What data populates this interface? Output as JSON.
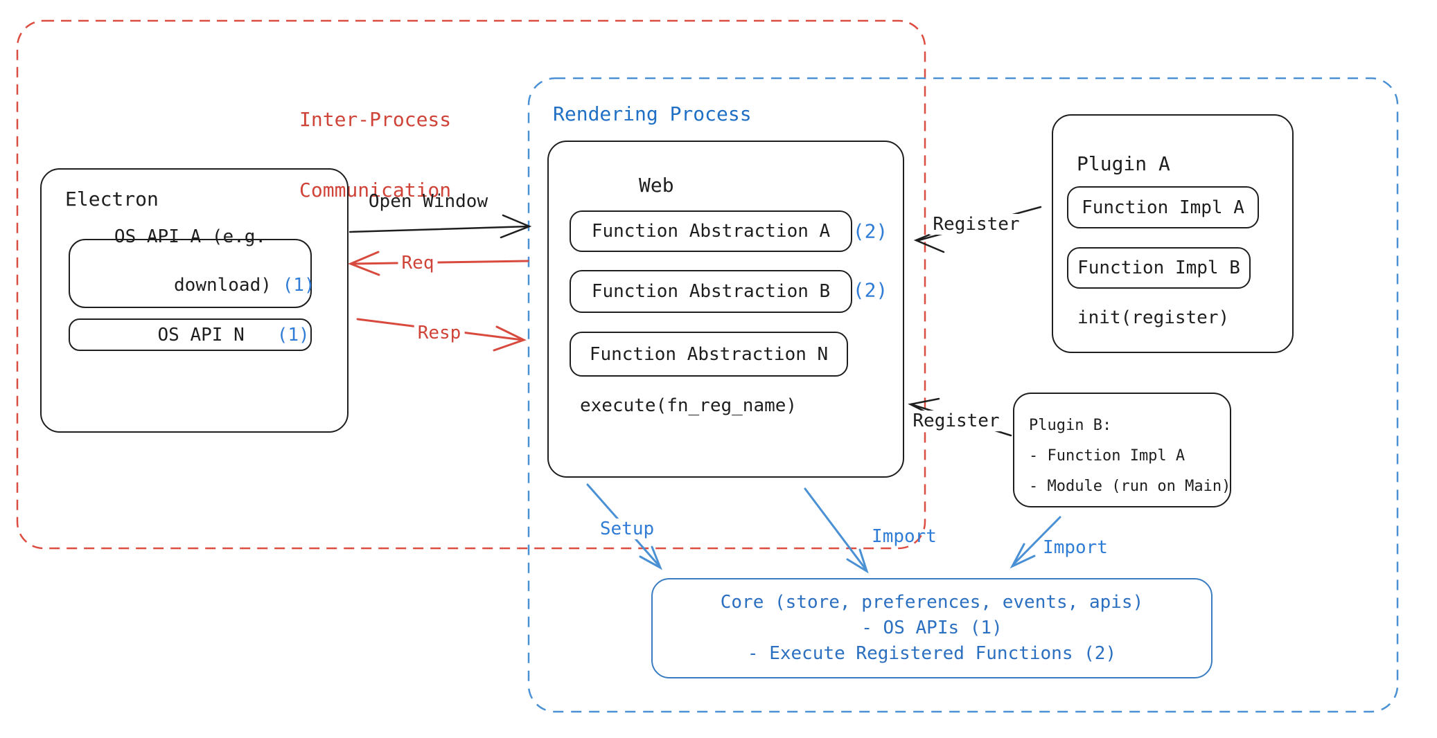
{
  "ipc": {
    "label_line1": "Inter-Process",
    "label_line2": "Communication"
  },
  "rendering": {
    "label": "Rendering Process"
  },
  "electron": {
    "title": "Electron",
    "api_a_line1": "OS API A (e.g.",
    "api_a_line2": "download)",
    "api_a_ref": "(1)",
    "api_n": "OS API N",
    "api_n_ref": "(1)"
  },
  "web": {
    "title": "Web",
    "fa_a": "Function Abstraction A",
    "fa_a_ref": "(2)",
    "fa_b": "Function Abstraction B",
    "fa_b_ref": "(2)",
    "fa_n": "Function Abstraction N",
    "execute": "execute(fn_reg_name)"
  },
  "plugin_a": {
    "title": "Plugin A",
    "impl_a": "Function Impl A",
    "impl_b": "Function Impl B",
    "init": "init(register)"
  },
  "plugin_b": {
    "line1": "Plugin B:",
    "line2": "- Function Impl A",
    "line3": "- Module (run on Main)"
  },
  "core": {
    "line1": "Core (store, preferences, events, apis)",
    "line2": "- OS APIs (1)",
    "line3": "- Execute Registered Functions (2)"
  },
  "arrows": {
    "open_window": "Open Window",
    "req": "Req",
    "resp": "Resp",
    "register_top": "Register",
    "register_bottom": "Register",
    "setup": "Setup",
    "import_web": "Import",
    "import_plugin": "Import"
  },
  "colors": {
    "ink": "#1e1e1e",
    "red_text": "#cf4338",
    "red_dash": "#dd4c41",
    "blue_text": "#2e7cd6",
    "blue_title": "#1f6fc5",
    "blue_dash": "#4a90d4",
    "core_stroke": "#3a7cc2",
    "core_text": "#2b6fc0"
  }
}
